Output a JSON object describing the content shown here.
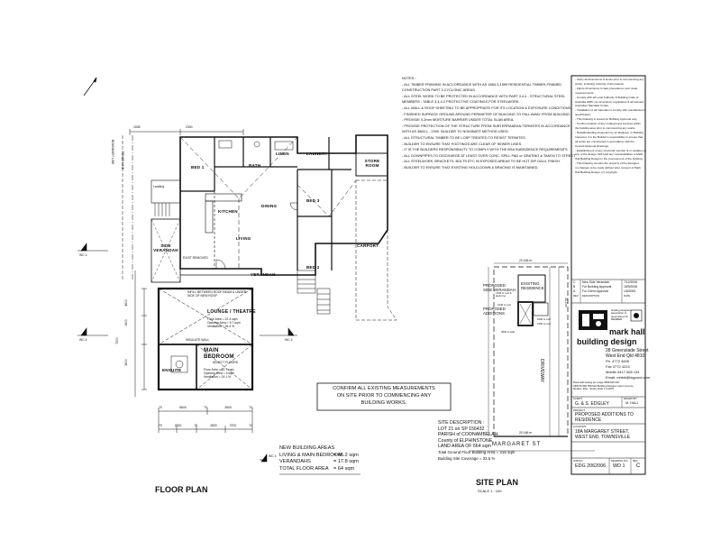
{
  "floor_plan": {
    "title": "FLOOR PLAN",
    "rooms": {
      "bed1": "BED 1",
      "bath": "BATH",
      "linen": "LINEN",
      "laundry": "LAUNDRY",
      "store_room": "STORE ROOM",
      "kitchen": "KITCHEN",
      "dining": "DINING",
      "bed3": "BED 3",
      "living": "LIVING",
      "carport": "CARPORT",
      "bed2": "BED 2",
      "verandah": "VERANDAH",
      "side_verandah": "SIDE VERANDAH",
      "lounge": "LOUNGE / THEATRE",
      "main_bedroom": "MAIN BEDROOM",
      "ensuite": "ENSUITE"
    },
    "labels": {
      "landing": "Landing",
      "fence_line": "FENCE LINE",
      "boundary_line": "BOUNDARY LINE",
      "infill_note": "INFILL BETWEEN ROOF BEAM & UNDER SIDE OF NEW ROOF",
      "insulate_wall": "INSULATE WALL",
      "select_floors": "SELECT FLOORS",
      "exist_removed": "EXIST REMOVED",
      "lounge_specs": [
        "Floor Area = 22.4 sqm",
        "Opening Area = 5.7 sqm",
        "Ventilation = 26.4 %"
      ],
      "main_bed_specs": [
        "Floor Area = 20.7 sqm",
        "Opening Area = 5 sqm",
        "Ventilation = 24.1 %"
      ],
      "top_dims": [
        "1535",
        "2300"
      ],
      "left_dims": [
        "4600",
        "1600",
        "7200",
        "3600"
      ],
      "bottom_dims": [
        "70",
        "5600",
        "70",
        "2600",
        "70"
      ],
      "bottom_dims_2": [
        "70",
        "2000",
        "70",
        "2800",
        "3700",
        "70"
      ],
      "wc_markers": [
        "WC 4",
        "WC 4",
        "WC 4",
        "WC 4"
      ]
    },
    "confirm_note": [
      "CONFIRM ALL EXISTING MEASUREMENTS",
      "ON SITE PRIOR TO COMMENCING ANY",
      "BUILDING WORKS."
    ],
    "areas": [
      {
        "label": "NEW BUILDING AREAS",
        "value": ""
      },
      {
        "label": "LIVING & MAIN BEDROOM",
        "value": "= 46.2 sqm"
      },
      {
        "label": "VERANDAHS",
        "value": "= 17.8 sqm"
      },
      {
        "label": "TOTAL FLOOR AREA",
        "value": "= 64 sqm"
      }
    ]
  },
  "notes": [
    "NOTES :",
    "- ALL TIMBER FRAMING IN ACCORDANCE WITH AS 1684.3-1999 RESIDENTIAL TIMBER-FRAMED",
    "  CONSTRUCTION PART 3 CYCLONIC AREAS.",
    "- ALL STEEL WORK TO BE PROTECTED IN ACCORDANCE WITH PART 3.4.4 - STRUCTURAL STEEL",
    "  MEMBERS - TABLE 3.4.4.2 PROTECTIVE COATINGS FOR STEELWORK.",
    "- ALL WALL & ROOF SHEETING TO BE APPROPRIATE FOR ITS LOCATION & EXPOSURE CONDITIONS.",
    "- FINISHED SURFACE GROUND AROUND PERIMETER OF BUILDING TO FALL AWAY FROM BUILDING.",
    "- PROVIDE 0.2mm MOISTURE BARRIER UNDER TOTAL SLAB AREA.",
    "- PROVIDE PROTECTION OF THE STRUCTURE FROM SUBTERRANEAN TERMITES IN ACCORDANCE",
    "  WITH AS 3660.1 - 2000. BUILDER TO NOMINATE METHOD USED.",
    "- ALL STRUCTURAL TIMBER TO BE LOSP TREATED TO RESIST TERMITES.",
    "- BUILDER TO ENSURE THAT FOOTINGS ARE CLEAR OF SEWER LINES.",
    "- IT IS THE BUILDERS RESPONSIBILITY TO COMPLY WITH THE BSA SUBSIDENCE REQUIREMENTS.",
    "- ALL DOWNPIPES TO DISCHARGE AT LEAST OVER CONC. SPILL PAD or GRATING & TAKEN TO STREET",
    "- ALL STEELWORK, BRACKETS, BOLTS ETC IN EXPOSED AREAS TO BE HOT DIP GALV. FINISH.",
    "- BUILDER TO ENSURE THAT EXISTING HOLD-DOWN & BRACING IS MAINTAINED."
  ],
  "right_notes": [
    "- Verify all dimensions & levels prior to commencing any",
    "  works, including ordering of all material.",
    "- Figure dimensions to take precedence over scale",
    "  measurements.",
    "- Comply with all Local Authority & Building Code of",
    "  Australia 2005 ( as amended ) regulations & all relevant",
    "  Australian Standard Codes.",
    "- Installation of all materials to comply with manufacturers",
    "  specification.",
    "- This Drawing is issued for Building Approval only.",
    "- Confirm location of any underground services within",
    "  the building area prior to commencing any works.",
    "- Notwithstanding inspection by an Engineer or Building",
    "  Inspector, it is the Builder's responsibility to ensure that",
    "  all works are constructed in accordance with the",
    "  Council Approval Drawings.",
    "- Establishment of any structural member & or variation to",
    "  any of the design, Will hold any responsibilities to Mark",
    "  Hall Building Design in the procurement of the building.",
    "- This Drawing remains the property of the Designer,",
    "  no changes to be made without prior consent of Mark",
    "  Hall Building Design. (c) copyright"
  ],
  "site_plan": {
    "title": "SITE PLAN",
    "scale": "SCALE 1 : 100",
    "labels": {
      "proposed_side_verandah": "PROPOSED SIDE VERANDAH",
      "existing_residence": "EXISTING RESIDENCE",
      "proposed_additions": "PROPOSED ADDITIONS",
      "driveway": "DRIVEWAY",
      "margaret_st": "MARGARET ST",
      "dims": [
        "20.166 m",
        "33.2 m",
        "1336 to roof & deck line",
        "2130 to roof",
        "1600 to roof",
        "2100 to roof",
        "3000 to wall",
        "20.166 m"
      ]
    },
    "description": [
      "SITE DESCRIPTION :",
      "LOT 21 on SP 156432",
      "PARISH of COONAMBELAH",
      "County of ELPHINSTONE",
      "LAND AREA OF 664 sqm",
      "Total Ground Floor Building Area = 216 sqm",
      "Building Site Coverage                = 32.5 %"
    ]
  },
  "title_block": {
    "revisions": [
      {
        "rev": "C",
        "desc": "New Side Verandah",
        "date": "7/12/2006"
      },
      {
        "rev": "B",
        "desc": "For Building Approval",
        "date": "18/9/2006"
      },
      {
        "rev": "A",
        "desc": "For Client Approval",
        "date": "1/8/2006"
      }
    ],
    "rev_headers": [
      "REV",
      "DESCRIPTION",
      "DATE"
    ],
    "company_name_1": "mark hall",
    "company_name_2": "building design",
    "company_sub": [
      "building designers",
      "association of",
      "queensland inc",
      "MEMBER"
    ],
    "address": [
      "28 Greenslade Street",
      "West End  Qld 4810",
      "Ph. 4772 4605",
      "Fax 4772 4224",
      "Mobile 0417 008 134",
      "Email: mhbd@bigpond.com"
    ],
    "licence": [
      "Mark Hall trading as Lodge 0858 MA 198",
      "ABN 56 860 558 944 Building Designer Open Licence",
      "Medium Rise : Expiry Date 1-4-2007"
    ],
    "client_label": "CLIENT:",
    "client": "G. & S. EDGLEY",
    "drawn_label": "DRAWN BY",
    "drawn": "M. HALL",
    "project_label": "PROJECT:",
    "project": [
      "PROPOSED ADDITIONS TO",
      "RESIDENCE"
    ],
    "location_label": "LOCATION:",
    "location": [
      "18A MARGARET STREET,",
      "WEST END, TOWNSVILLE"
    ],
    "job_label": "JOB NO.",
    "job": "EDG 2062006",
    "dwg_label": "DRAWING NO.",
    "dwg": "WD 1",
    "rev_label": "REV",
    "rev": "C"
  }
}
